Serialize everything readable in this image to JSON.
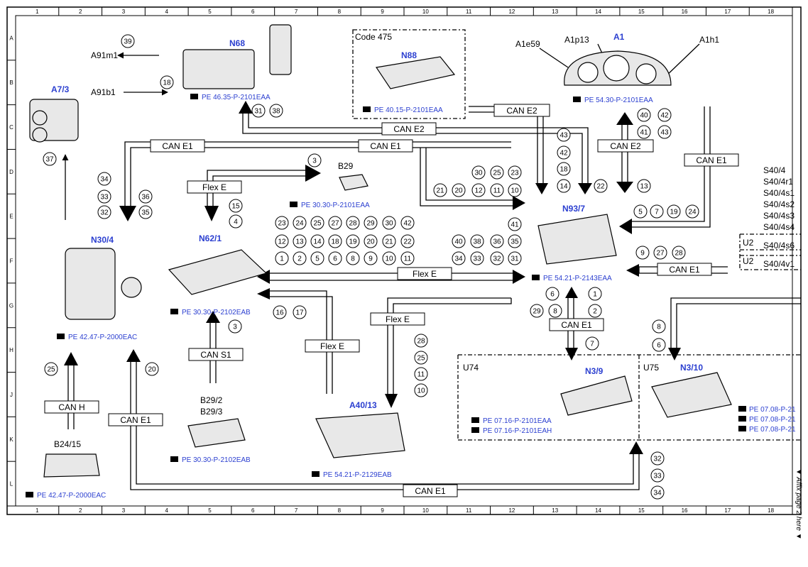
{
  "grid": {
    "columns": [
      "1",
      "2",
      "3",
      "4",
      "5",
      "6",
      "7",
      "8",
      "9",
      "10",
      "11",
      "12",
      "13",
      "14",
      "15",
      "16",
      "17",
      "18"
    ],
    "rows": [
      "A",
      "B",
      "C",
      "D",
      "E",
      "F",
      "G",
      "H",
      "J",
      "K",
      "L"
    ]
  },
  "components": [
    {
      "id": "N68",
      "label": "N68"
    },
    {
      "id": "A7_3",
      "label": "A7/3"
    },
    {
      "id": "N88",
      "label": "N88"
    },
    {
      "id": "A1",
      "label": "A1"
    },
    {
      "id": "N62_1",
      "label": "N62/1"
    },
    {
      "id": "N30_4",
      "label": "N30/4"
    },
    {
      "id": "N93_7",
      "label": "N93/7"
    },
    {
      "id": "A40_13",
      "label": "A40/13"
    },
    {
      "id": "N3_9",
      "label": "N3/9"
    },
    {
      "id": "N3_10",
      "label": "N3/10"
    }
  ],
  "labels": {
    "A91m1": "A91m1",
    "A91b1": "A91b1",
    "code475": "Code 475",
    "A1e59": "A1e59",
    "A1p13": "A1p13",
    "A1h1": "A1h1",
    "B29": "B29",
    "B29_2": "B29/2",
    "B29_3": "B29/3",
    "B24_15": "B24/15",
    "U74": "U74",
    "U75": "U75",
    "U2a": "U2",
    "U2b": "U2",
    "affix": "▼ Affix page 2 here ▼"
  },
  "switches": [
    "S40/4",
    "S40/4r1",
    "S40/4s1",
    "S40/4s2",
    "S40/4s3",
    "S40/4s4",
    "S40/4s6",
    "S40/4v1"
  ],
  "references": {
    "n68": "PE 46.35-P-2101EAA",
    "n88": "PE 40.15-P-2101EAA",
    "a1": "PE 54.30-P-2101EAA",
    "b29": "PE 30.30-P-2101EAA",
    "n62": "PE 30.30-P-2102EAB",
    "n30": "PE 42.47-P-2000EAC",
    "n93": "PE 54.21-P-2143EAA",
    "b293": "PE 30.30-P-2102EAB",
    "a40": "PE 54.21-P-2129EAB",
    "b24": "PE 42.47-P-2000EAC",
    "n39a": "PE 07.16-P-2101EAA",
    "n39b": "PE 07.16-P-2101EAH",
    "n310a": "PE 07.08-P-21",
    "n310b": "PE 07.08-P-21",
    "n310c": "PE 07.08-P-21"
  },
  "buses": {
    "can_e2_top": "CAN E2",
    "can_e2_mid": "CAN E2",
    "can_e2_right": "CAN E2",
    "can_e1_left": "CAN E1",
    "can_e1_mid": "CAN E1",
    "can_e1_right": "CAN E1",
    "can_e1_f": "CAN E1",
    "can_e1_h": "CAN E1",
    "can_e1_k": "CAN E1",
    "can_e1_bottom": "CAN E1",
    "flex_e_d": "Flex E",
    "flex_e_f": "Flex E",
    "flex_e_g": "Flex E",
    "flex_e_h": "Flex E",
    "can_s1": "CAN S1",
    "can_h": "CAN H"
  }
}
